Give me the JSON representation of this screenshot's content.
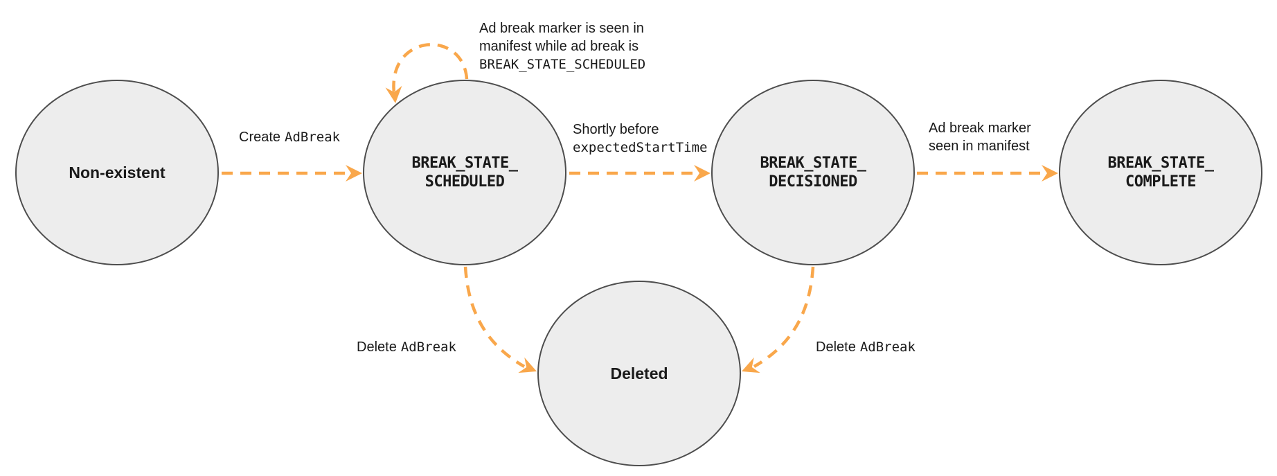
{
  "colors": {
    "arrow_orange": "#F9A74B",
    "node_fill": "#EDEDED",
    "node_border": "#4D4D4D",
    "text": "#1A1A1A"
  },
  "states": [
    {
      "id": "non-existent",
      "label": "Non-existent"
    },
    {
      "id": "break-state-scheduled",
      "label_line1": "BREAK_STATE_",
      "label_line2": "SCHEDULED"
    },
    {
      "id": "break-state-decisioned",
      "label_line1": "BREAK_STATE_",
      "label_line2": "DECISIONED"
    },
    {
      "id": "break-state-complete",
      "label_line1": "BREAK_STATE_",
      "label_line2": "COMPLETE"
    },
    {
      "id": "deleted",
      "label": "Deleted"
    }
  ],
  "transitions": {
    "create_adbreak": {
      "text": "Create",
      "code": "AdBreak"
    },
    "scheduled_self_loop": {
      "line1": "Ad break marker is seen in",
      "line2": "manifest while ad break is",
      "line3_code": "BREAK_STATE_SCHEDULED"
    },
    "shortly_before": {
      "text": "Shortly before",
      "code": "expectedStartTime"
    },
    "marker_seen": {
      "line1": "Ad break marker",
      "line2": "seen in manifest"
    },
    "delete_adbreak_left": {
      "text": "Delete",
      "code": "AdBreak"
    },
    "delete_adbreak_right": {
      "text": "Delete",
      "code": "AdBreak"
    }
  }
}
